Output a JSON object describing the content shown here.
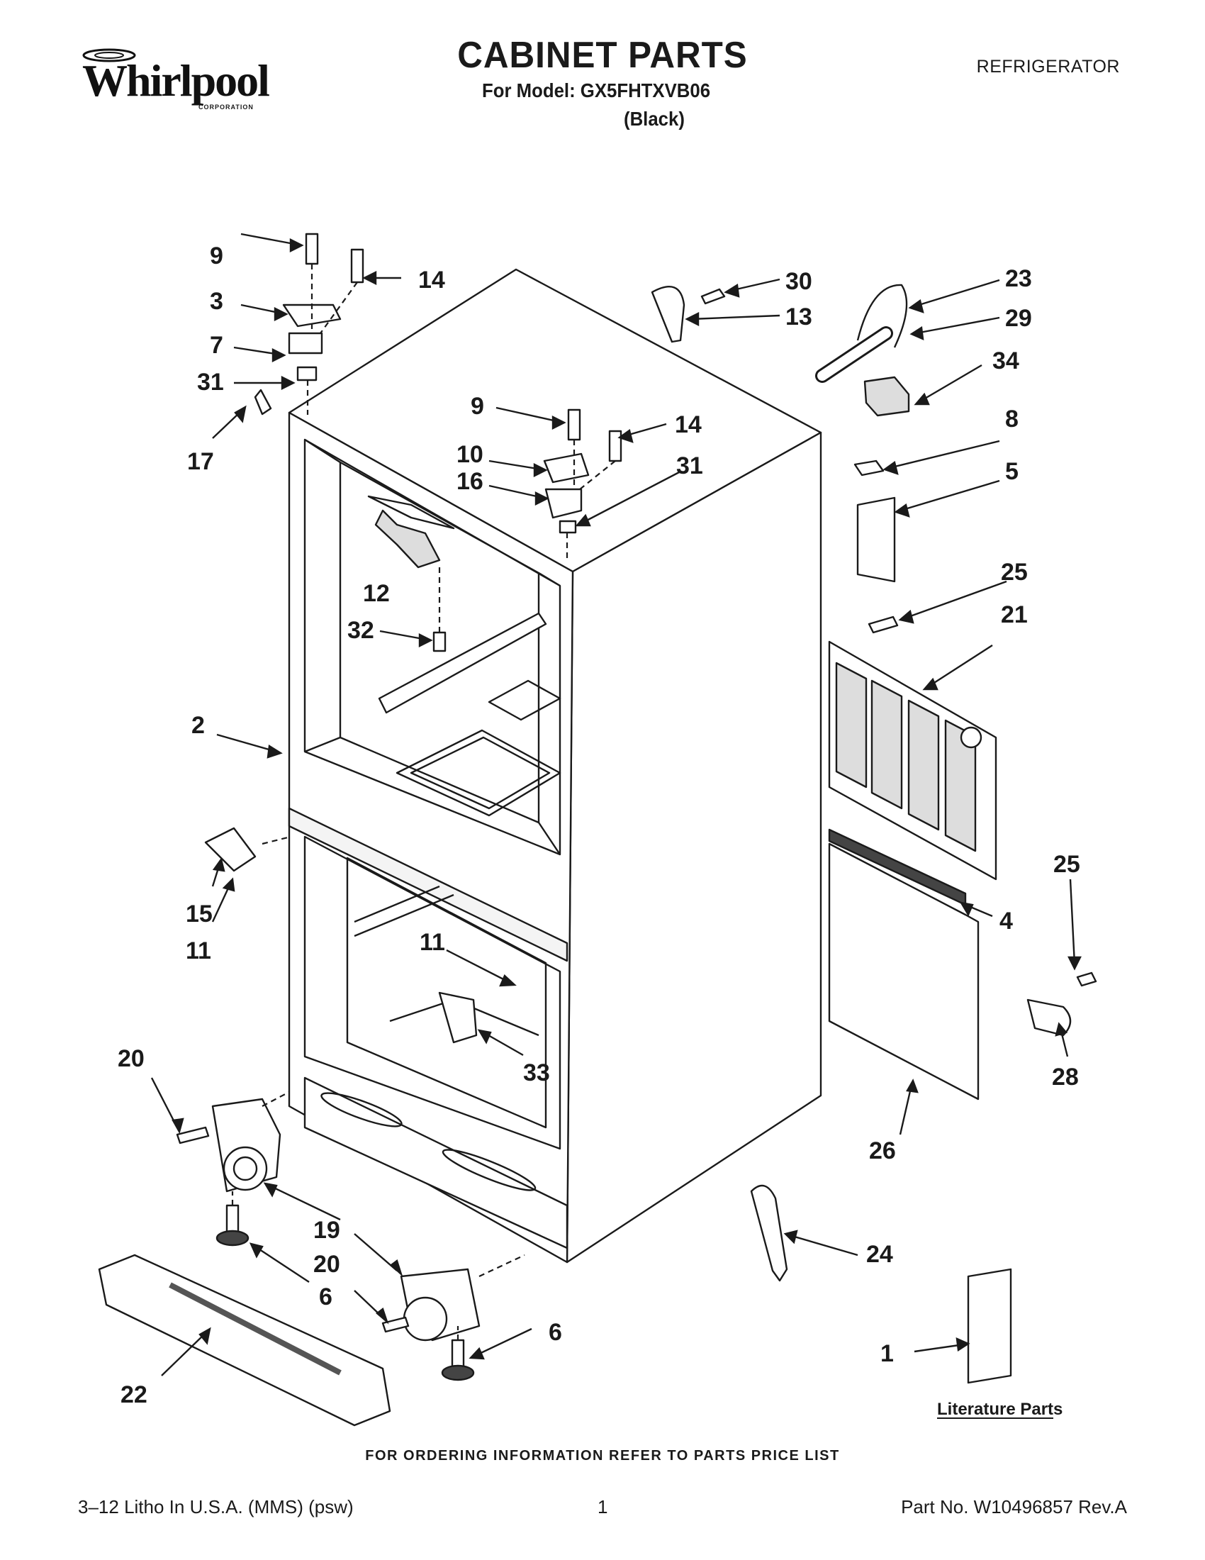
{
  "brand": {
    "name": "Whirlpool",
    "sub": "CORPORATION"
  },
  "header": {
    "title": "CABINET PARTS",
    "model": "For Model: GX5FHTXVB06",
    "variant": "(Black)",
    "category": "REFRIGERATOR"
  },
  "callouts": [
    {
      "id": "c9a",
      "text": "9"
    },
    {
      "id": "c14a",
      "text": "14"
    },
    {
      "id": "c3",
      "text": "3"
    },
    {
      "id": "c7",
      "text": "7"
    },
    {
      "id": "c31a",
      "text": "31"
    },
    {
      "id": "c17",
      "text": "17"
    },
    {
      "id": "c30",
      "text": "30"
    },
    {
      "id": "c13",
      "text": "13"
    },
    {
      "id": "c23",
      "text": "23"
    },
    {
      "id": "c29",
      "text": "29"
    },
    {
      "id": "c34",
      "text": "34"
    },
    {
      "id": "c9b",
      "text": "9"
    },
    {
      "id": "c14b",
      "text": "14"
    },
    {
      "id": "c10",
      "text": "10"
    },
    {
      "id": "c16",
      "text": "16"
    },
    {
      "id": "c31b",
      "text": "31"
    },
    {
      "id": "c8",
      "text": "8"
    },
    {
      "id": "c5",
      "text": "5"
    },
    {
      "id": "c12",
      "text": "12"
    },
    {
      "id": "c32",
      "text": "32"
    },
    {
      "id": "c25a",
      "text": "25"
    },
    {
      "id": "c21",
      "text": "21"
    },
    {
      "id": "c2",
      "text": "2"
    },
    {
      "id": "c15",
      "text": "15"
    },
    {
      "id": "c11a",
      "text": "11"
    },
    {
      "id": "c25b",
      "text": "25"
    },
    {
      "id": "c4",
      "text": "4"
    },
    {
      "id": "c11b",
      "text": "11"
    },
    {
      "id": "c33",
      "text": "33"
    },
    {
      "id": "c28",
      "text": "28"
    },
    {
      "id": "c20a",
      "text": "20"
    },
    {
      "id": "c26",
      "text": "26"
    },
    {
      "id": "c19",
      "text": "19"
    },
    {
      "id": "c20b",
      "text": "20"
    },
    {
      "id": "c6a",
      "text": "6"
    },
    {
      "id": "c24",
      "text": "24"
    },
    {
      "id": "c6b",
      "text": "6"
    },
    {
      "id": "c1",
      "text": "1"
    },
    {
      "id": "c22",
      "text": "22"
    }
  ],
  "literature_label": "Literature Parts",
  "footer": {
    "ordering": "FOR ORDERING INFORMATION REFER TO PARTS PRICE LIST",
    "litho": "3–12 Litho In U.S.A. (MMS) (psw)",
    "page": "1",
    "part_no": "Part No. W10496857 Rev.A"
  }
}
